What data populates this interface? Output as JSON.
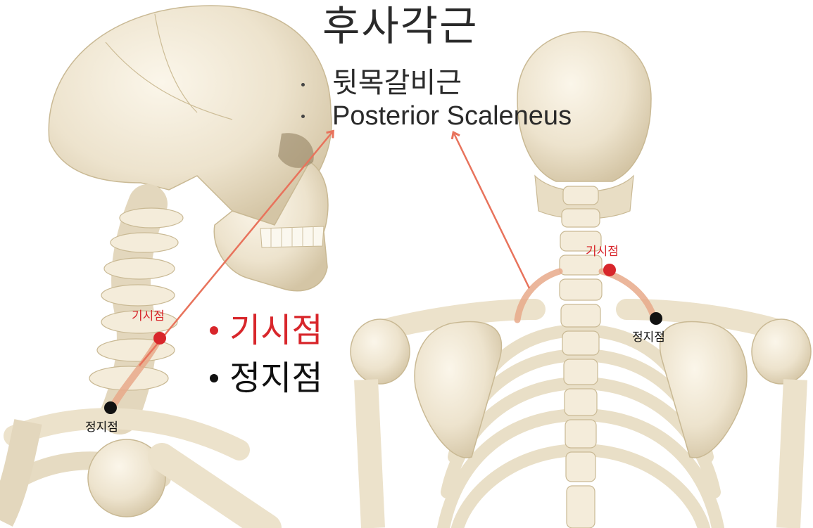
{
  "title": "후사각근",
  "names": {
    "korean": "뒷목갈비근",
    "english": "Posterior Scaleneus"
  },
  "legend": [
    {
      "label": "기시점",
      "color": "#d8262b"
    },
    {
      "label": "정지점",
      "color": "#111111"
    }
  ],
  "markers": {
    "origin_label": "기시점",
    "insertion_label": "정지점"
  },
  "colors": {
    "origin": "#d8262b",
    "insertion": "#111111",
    "arrow": "#e8735c",
    "bone": "#efe6d2",
    "bone_shade": "#d6c8aa",
    "muscle": "#e8a98a"
  }
}
